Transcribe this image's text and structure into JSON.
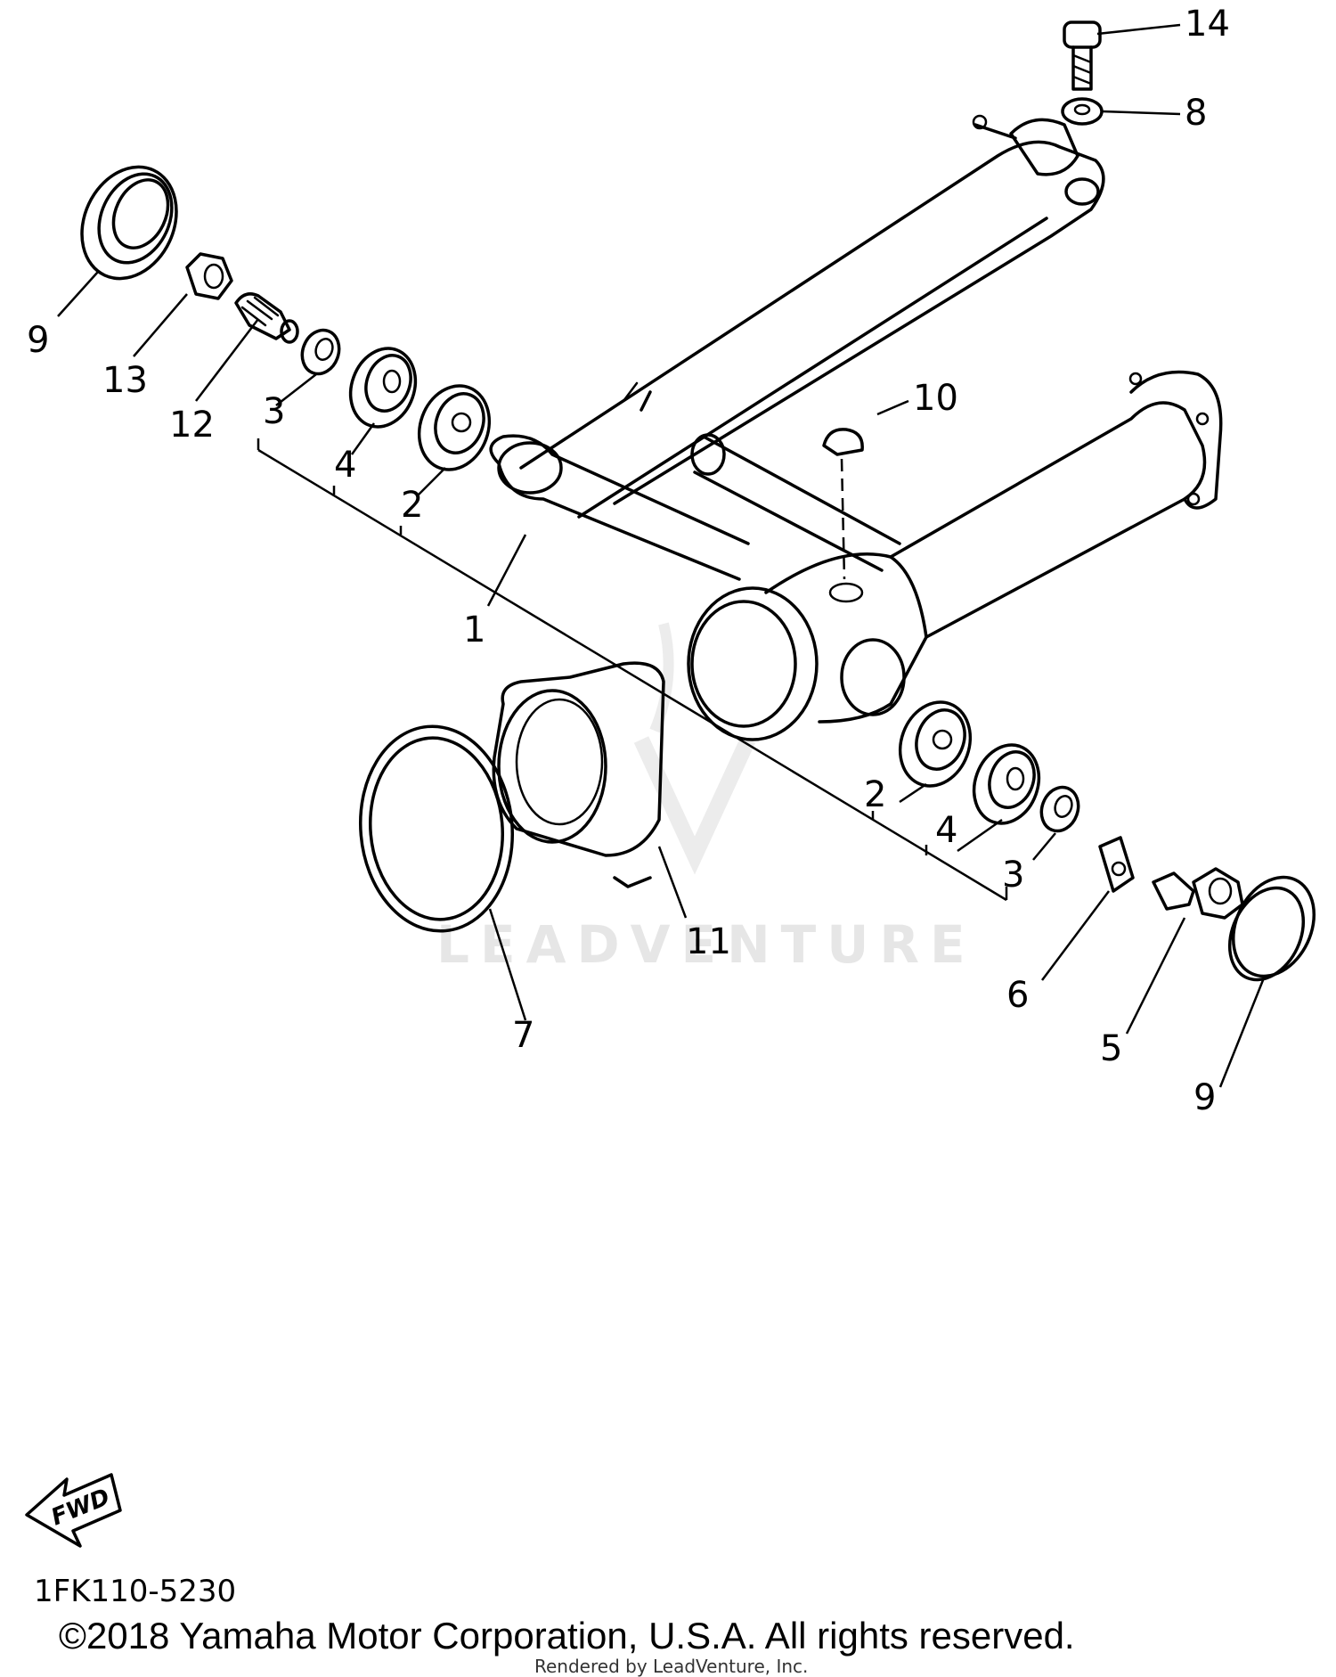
{
  "callouts": [
    {
      "id": "c1",
      "label": "1"
    },
    {
      "id": "c2a",
      "label": "2"
    },
    {
      "id": "c2b",
      "label": "2"
    },
    {
      "id": "c3a",
      "label": "3"
    },
    {
      "id": "c3b",
      "label": "3"
    },
    {
      "id": "c4a",
      "label": "4"
    },
    {
      "id": "c4b",
      "label": "4"
    },
    {
      "id": "c5",
      "label": "5"
    },
    {
      "id": "c6",
      "label": "6"
    },
    {
      "id": "c7",
      "label": "7"
    },
    {
      "id": "c8",
      "label": "8"
    },
    {
      "id": "c9a",
      "label": "9"
    },
    {
      "id": "c9b",
      "label": "9"
    },
    {
      "id": "c10",
      "label": "10"
    },
    {
      "id": "c11",
      "label": "11"
    },
    {
      "id": "c12",
      "label": "12"
    },
    {
      "id": "c13",
      "label": "13"
    },
    {
      "id": "c14",
      "label": "14"
    }
  ],
  "fwd_label": "FWD",
  "part_code": "1FK110-5230",
  "watermark": "LEADVENTURE",
  "copyright": "©2018 Yamaha Motor Corporation, U.S.A. All rights reserved.",
  "rendered_by": "Rendered by LeadVenture, Inc."
}
